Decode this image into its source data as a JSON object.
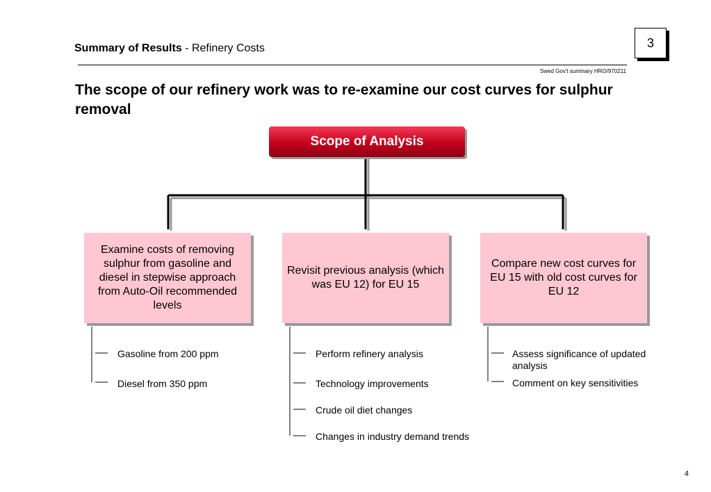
{
  "header": {
    "bold": "Summary of Results",
    "rest": " - Refinery Costs"
  },
  "page_box": "3",
  "doc_ref": "Swed Gov't summary HRO/970211",
  "title": "The scope of our refinery work was to re-examine our cost curves for sulphur removal",
  "scope": "Scope of Analysis",
  "columns": [
    {
      "box": "Examine costs of removing sulphur from gasoline and diesel in stepwise approach from Auto-Oil recommended levels",
      "items": [
        "Gasoline from 200 ppm",
        "Diesel from 350 ppm"
      ]
    },
    {
      "box": "Revisit previous analysis (which was EU 12) for EU 15",
      "items": [
        "Perform refinery analysis",
        "Technology improvements",
        "Crude oil diet changes",
        "Changes in industry demand trends"
      ]
    },
    {
      "box": "Compare new cost curves for EU 15 with old cost curves for EU 12",
      "items": [
        "Assess significance of updated analysis",
        "Comment on key sensitivities"
      ]
    }
  ],
  "page_number": "4"
}
